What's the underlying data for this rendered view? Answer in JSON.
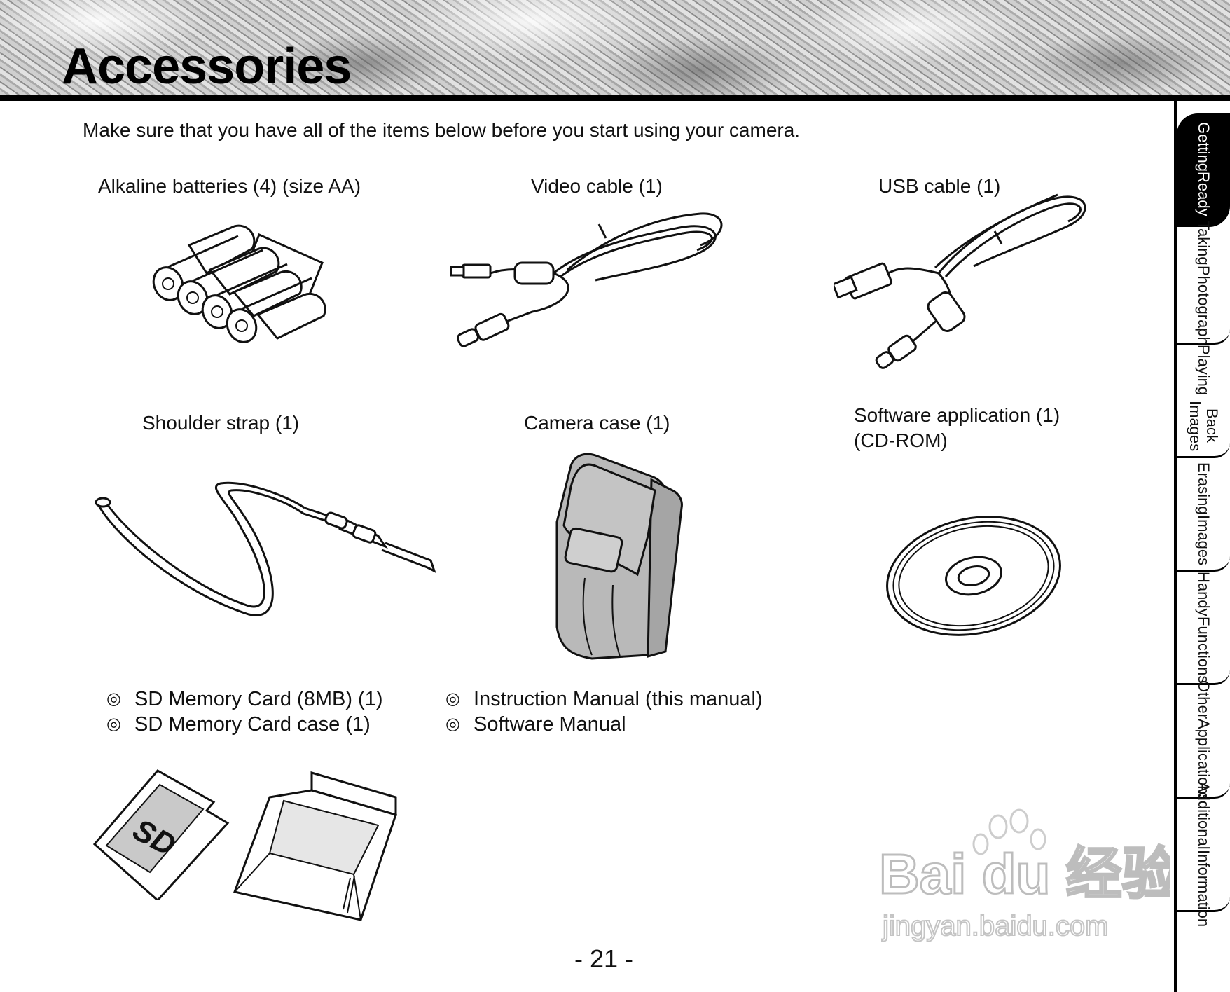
{
  "header": {
    "title": "Accessories"
  },
  "intro": "Make sure that you have all of the items below before you start using your camera.",
  "items": [
    {
      "label": "Alkaline batteries (4) (size AA)"
    },
    {
      "label": "Video cable (1)"
    },
    {
      "label": "USB cable (1)"
    },
    {
      "label": "Shoulder strap (1)"
    },
    {
      "label": "Camera case (1)"
    },
    {
      "label": "Software application (1)",
      "sublabel": "(CD-ROM)"
    }
  ],
  "extras_left": [
    "SD Memory Card (8MB) (1)",
    "SD Memory Card case (1)"
  ],
  "extras_right": [
    "Instruction Manual (this manual)",
    "Software Manual"
  ],
  "bullet_symbol": "◎",
  "sd_card_text": "SD",
  "page_number": "- 21 -",
  "tabs": [
    {
      "line1": "Getting",
      "line2": "Ready",
      "active": true
    },
    {
      "line1": "Taking",
      "line2": "Photographs",
      "active": false
    },
    {
      "line1": "Playing",
      "line2": "Back Images",
      "active": false
    },
    {
      "line1": "Erasing",
      "line2": "Images",
      "active": false
    },
    {
      "line1": "Handy",
      "line2": "Functions",
      "active": false
    },
    {
      "line1": "Other",
      "line2": "Applications",
      "active": false
    },
    {
      "line1": "Additional",
      "line2": "Information",
      "active": false
    }
  ],
  "watermark": {
    "brand": "Bai du 经验",
    "url": "jingyan.baidu.com"
  },
  "colors": {
    "ink": "#111111",
    "case_fill": "#b9b9b9",
    "rule": "#000000"
  }
}
